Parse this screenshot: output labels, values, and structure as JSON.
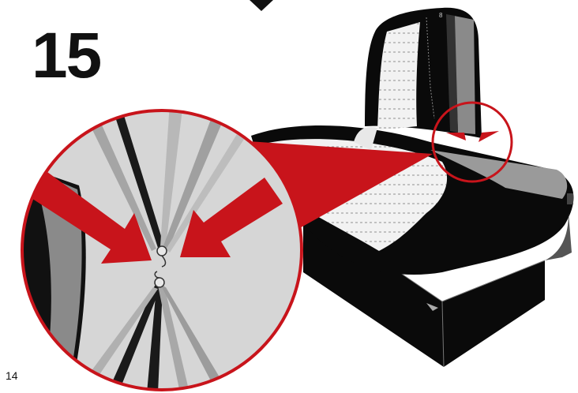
{
  "page": {
    "step_number": "15",
    "page_number": "14"
  },
  "illustration": {
    "subject": "seat-cover-clip-detail",
    "colors": {
      "arrow_red": "#c8141b",
      "seat_black": "#0a0a0a",
      "cover_white": "#f2f2f2",
      "zoom_gray": "#d6d6d6"
    }
  }
}
